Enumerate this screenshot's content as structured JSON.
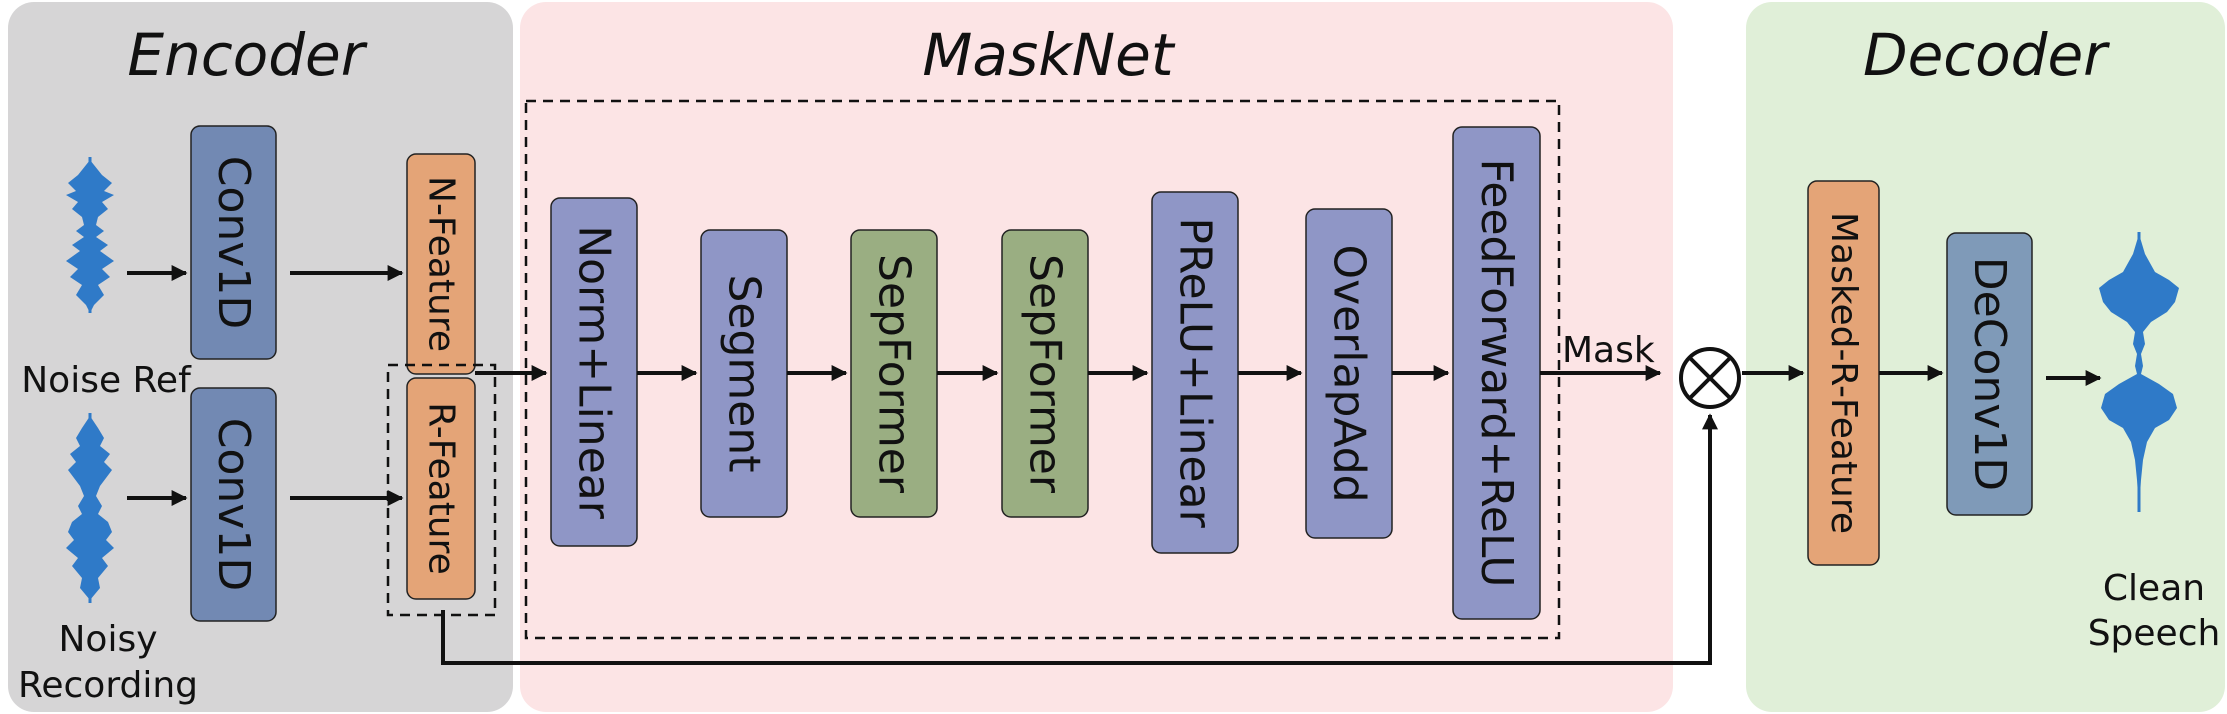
{
  "sections": {
    "encoder": "Encoder",
    "masknet": "MaskNet",
    "decoder": "Decoder"
  },
  "encoder": {
    "noise_ref_label": "Noise Ref",
    "noisy_recording_label_1": "Noisy",
    "noisy_recording_label_2": "Recording",
    "conv_top": "Conv1D",
    "conv_bottom": "Conv1D",
    "n_feature": "N-Feature",
    "r_feature": "R-Feature"
  },
  "masknet": {
    "blocks": [
      "Norm+Linear",
      "Segment",
      "SepFormer",
      "SepFormer",
      "PReLU+Linear",
      "OverlapAdd",
      "FeedForward+ReLU"
    ],
    "mask_label": "Mask",
    "multiply_symbol": "⊗"
  },
  "decoder": {
    "masked_feature": "Masked-R-Feature",
    "deconv": "DeConv1D",
    "output_label_1": "Clean",
    "output_label_2": "Speech"
  },
  "colors": {
    "encoder_bg": "#d6d5d6",
    "masknet_bg": "#fce4e5",
    "decoder_bg": "#e0efd8",
    "conv_blue": "#7289b3",
    "feature_orange": "#e4a477",
    "block_purple": "#8f96c6",
    "sepformer_green": "#9aae82",
    "deconv_blue": "#7f9ab8",
    "waveform": "#2f7ac8"
  }
}
